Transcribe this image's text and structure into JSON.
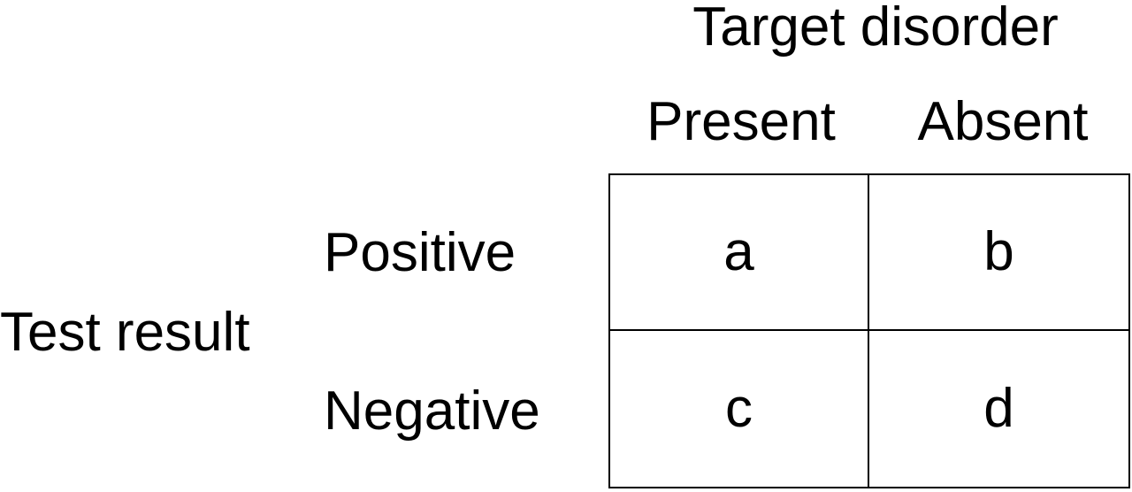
{
  "diagram": {
    "title": "Target disorder",
    "columns": [
      "Present",
      "Absent"
    ],
    "row_axis_label": "Test result",
    "rows": [
      "Positive",
      "Negative"
    ],
    "cells": [
      [
        "a",
        "b"
      ],
      [
        "c",
        "d"
      ]
    ],
    "colors": {
      "text": "#000000",
      "lines": "#000000",
      "background": "#ffffff"
    }
  }
}
